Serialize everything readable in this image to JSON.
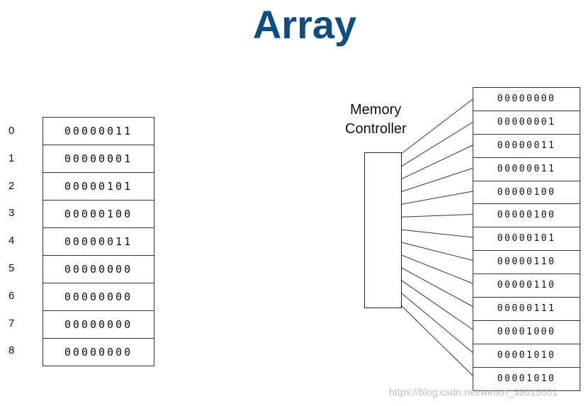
{
  "title": "Array",
  "array": {
    "indices": [
      "0",
      "1",
      "2",
      "3",
      "4",
      "5",
      "6",
      "7",
      "8"
    ],
    "cells": [
      "00000011",
      "00000001",
      "00000101",
      "00000100",
      "00000011",
      "00000000",
      "00000000",
      "00000000",
      "00000000"
    ]
  },
  "memory": {
    "controller_label_line1": "Memory",
    "controller_label_line2": "Controller",
    "cells": [
      "00000000",
      "00000001",
      "00000011",
      "00000011",
      "00000100",
      "00000100",
      "00000101",
      "00000110",
      "00000110",
      "00000111",
      "00001000",
      "00001010",
      "00001010"
    ]
  },
  "watermark": "https://blog.csdn.net/weixin_39019031"
}
